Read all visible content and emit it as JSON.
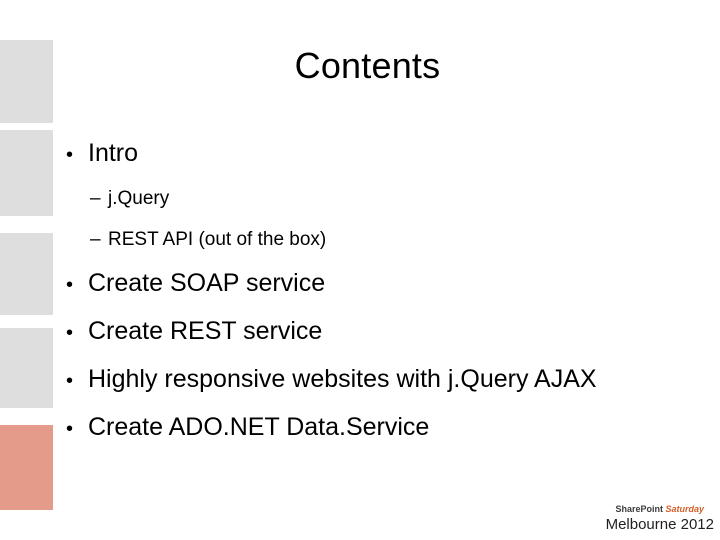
{
  "slide": {
    "title": "Contents",
    "background_color": "#FFFFFF"
  },
  "decoration": {
    "gray_color": "#DEDEDE",
    "accent_color": "#E59B89",
    "blocks": [
      {
        "name": "deco-block-1",
        "color": "#DEDEDE"
      },
      {
        "name": "deco-block-2",
        "color": "#DEDEDE"
      },
      {
        "name": "deco-block-3",
        "color": "#DEDEDE"
      },
      {
        "name": "deco-block-4",
        "color": "#DEDEDE"
      },
      {
        "name": "deco-block-5",
        "color": "#E59B89"
      }
    ]
  },
  "content": {
    "bullet_glyph": "•",
    "dash_glyph": "–",
    "items": [
      {
        "level": 1,
        "text": "Intro"
      },
      {
        "level": 2,
        "text": "j.Query"
      },
      {
        "level": 2,
        "text": "REST API (out of the box)"
      },
      {
        "level": 1,
        "text": "Create SOAP service"
      },
      {
        "level": 1,
        "text": "Create REST service"
      },
      {
        "level": 1,
        "text": "Highly responsive websites with j.Query AJAX"
      },
      {
        "level": 1,
        "text": "Create ADO.NET Data.Service"
      }
    ]
  },
  "footer": {
    "brand_word_1": "SharePoint",
    "brand_word_2": "Saturday",
    "city_line": "Melbourne 2012",
    "brand_word_1_color": "#3B3B3B",
    "brand_word_2_color": "#D4602B"
  }
}
